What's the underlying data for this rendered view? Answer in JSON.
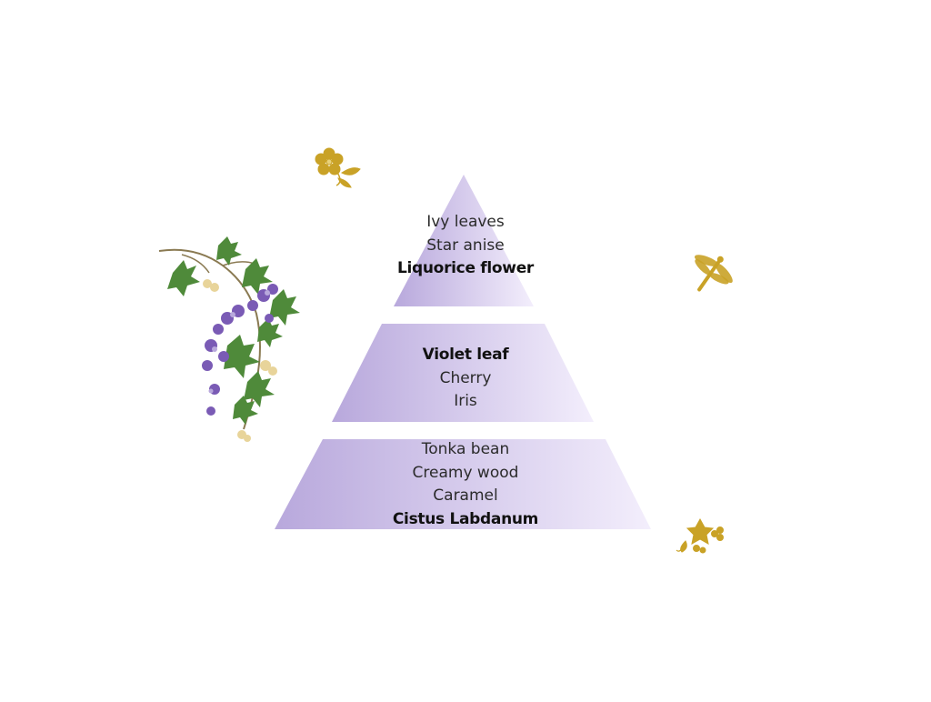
{
  "pyramid": {
    "top": {
      "notes": [
        {
          "text": "Ivy leaves",
          "bold": false
        },
        {
          "text": "Star anise",
          "bold": false
        },
        {
          "text": "Liquorice flower",
          "bold": true
        }
      ]
    },
    "middle": {
      "notes": [
        {
          "text": "Violet leaf",
          "bold": true
        },
        {
          "text": "Cherry",
          "bold": false
        },
        {
          "text": "Iris",
          "bold": false
        }
      ]
    },
    "base": {
      "notes": [
        {
          "text": "Tonka bean",
          "bold": false
        },
        {
          "text": "Creamy wood",
          "bold": false
        },
        {
          "text": "Caramel",
          "bold": false
        },
        {
          "text": "Cistus Labdanum",
          "bold": true
        }
      ]
    }
  },
  "colors": {
    "tier_dark": "#b8a8dc",
    "tier_light": "#f3eefc",
    "gold": "#c9a227",
    "leaf_green": "#4f8a3a",
    "violet": "#7a5bb5"
  },
  "decorations": [
    {
      "name": "gold-flower-icon"
    },
    {
      "name": "gold-dragonfly-icon"
    },
    {
      "name": "gold-blossom-icon"
    },
    {
      "name": "ivy-violet-branch-icon"
    }
  ]
}
